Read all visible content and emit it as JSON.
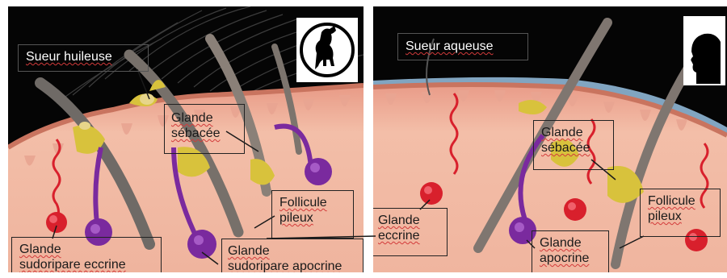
{
  "left_panel": {
    "icon": "dog-silhouette-icon",
    "sweat_label": "Sueur huileuse",
    "sebaceous_label": "Glande\nsébacée",
    "follicle_label": "Follicule\npileux",
    "eccrine_label": "Glande\nsudoripare eccrine",
    "apocrine_label": "Glande\nsudoripare apocrine"
  },
  "right_panel": {
    "icon": "human-head-silhouette-icon",
    "sweat_label": "Sueur aqueuse",
    "sebaceous_label": "Glande\nsébacée",
    "follicle_label": "Follicule\npileux",
    "eccrine_label": "Glande\neccrine",
    "apocrine_label": "Glande\napocrine"
  },
  "colors": {
    "background": "#050505",
    "skin": "#f0b6a0",
    "skin_dark": "#d98f7c",
    "hair": "#7d7670",
    "sebaceous": "#d8c23c",
    "eccrine": "#d8202c",
    "apocrine": "#7a2a9e",
    "sweat_water": "#8fb7d6"
  }
}
